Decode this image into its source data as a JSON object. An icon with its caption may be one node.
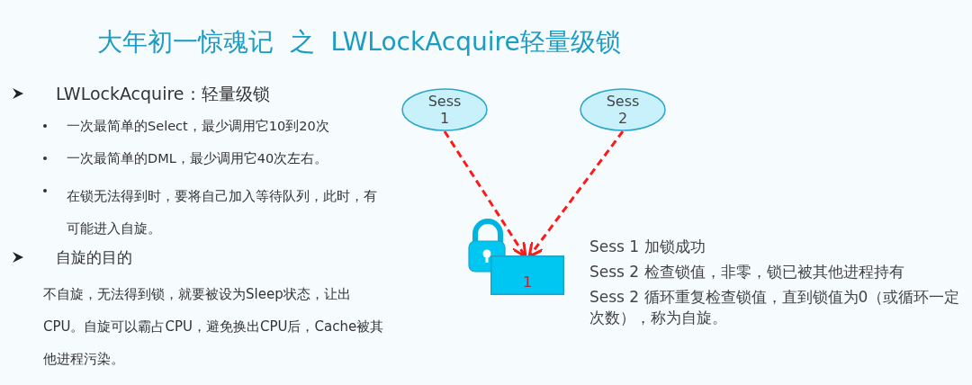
{
  "diagram": {
    "title": "大年初一惊魂记  之  LWLockAcquire轻量级锁",
    "nodes": [
      {
        "text": [
          "Sess 1"
        ]
      },
      {
        "text": [
          "Sess 2"
        ]
      },
      {
        "text": [
          "1"
        ]
      }
    ],
    "edges": [
      {
        "from": 0,
        "to": 2,
        "arrow": "to",
        "style": "dashed"
      },
      {
        "from": 1,
        "to": 2,
        "arrow": "to",
        "style": "dashed"
      }
    ],
    "labels": [
      "LWLockAcquire：轻量级锁",
      "一次最简单的Select，最少调用它10到20次",
      "一次最简单的DML，最少调用它40次左右。",
      "在锁无法得到时，要将自己加入等待队列，此时，有可能进入自旋。",
      "自旋的目的",
      "不自旋，无法得到锁，就要被设为Sleep状态，让出CPU。自旋可以霸占CPU，避免换出CPU后，Cache被其他进程污染。",
      "Sess 1 加锁成功",
      "Sess 2 检查锁值，非零，锁已被其他进程持有",
      "Sess 2 循环重复检查锁值，直到锁值为0（或循环一定次数），称为自旋。"
    ]
  }
}
